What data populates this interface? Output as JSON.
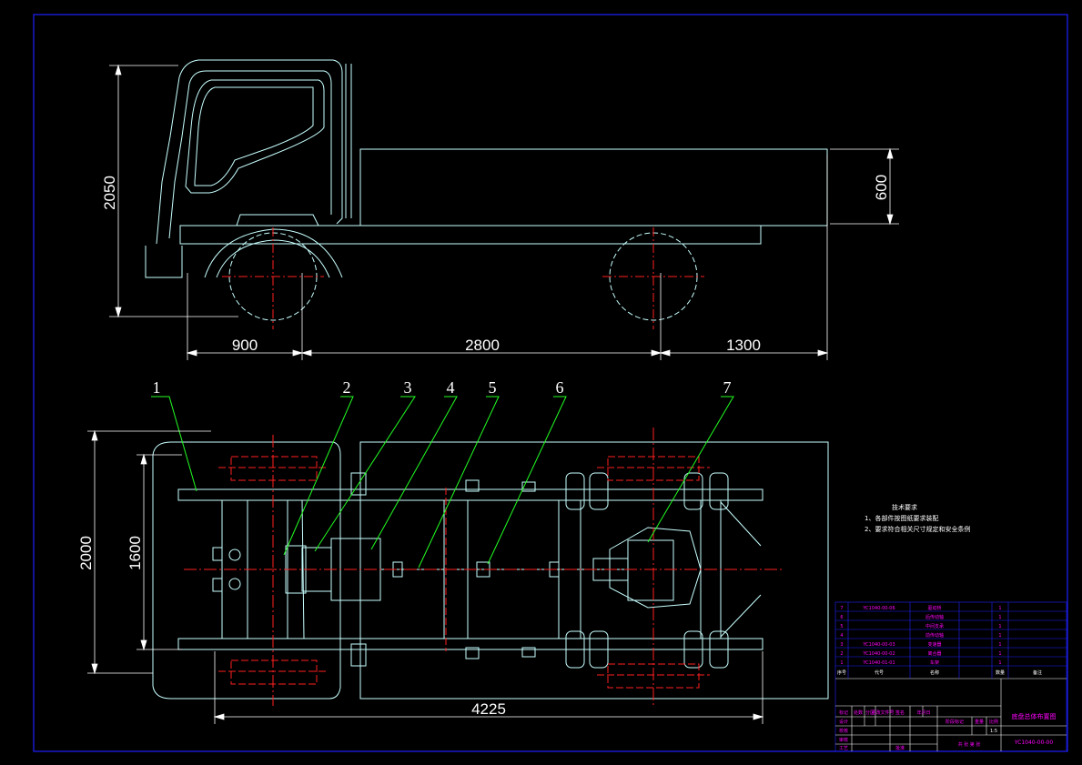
{
  "colors": {
    "background": "#000000",
    "border": "#2020ff",
    "outline": "#c8ffff",
    "center": "#ff2020",
    "leader": "#22ff22",
    "dimension": "#ffffff",
    "titleblock_text": "#ff00ff"
  },
  "side_view": {
    "dims": {
      "height": "2050",
      "cargo_height": "600",
      "front_overhang": "900",
      "wheelbase": "2800",
      "rear_overhang": "1300"
    }
  },
  "top_view": {
    "dims": {
      "overall_width": "2000",
      "track": "1600",
      "frame_length": "4225"
    },
    "part_labels": [
      "1",
      "2",
      "3",
      "4",
      "5",
      "6",
      "7"
    ]
  },
  "notes": {
    "title": "技术要求",
    "items": [
      "1、各部件按图纸要求装配",
      "2、要求符合相关尺寸规定和安全条例"
    ]
  },
  "parts_list": {
    "rows": [
      {
        "no": "7",
        "code": "YC1040-00-06",
        "name": "驱动桥",
        "qty": "1"
      },
      {
        "no": "6",
        "code": "",
        "name": "后传动轴",
        "qty": "1"
      },
      {
        "no": "5",
        "code": "",
        "name": "中间支承",
        "qty": "1"
      },
      {
        "no": "4",
        "code": "",
        "name": "前传动轴",
        "qty": "1"
      },
      {
        "no": "3",
        "code": "YC1040-00-03",
        "name": "变速器",
        "qty": "1"
      },
      {
        "no": "2",
        "code": "YC1040-00-02",
        "name": "离合器",
        "qty": "1"
      },
      {
        "no": "1",
        "code": "YC1040-01-01",
        "name": "车架",
        "qty": "1"
      }
    ],
    "header": {
      "no": "序号",
      "code": "代号",
      "name": "名称",
      "qty": "数量",
      "note": "备注"
    }
  },
  "title_block": {
    "drawing_title": "底盘总体布置图",
    "drawing_no": "YC1040-00-00",
    "scale": "1:5",
    "sheet": "共 张 第 张",
    "stage": "阶段标记",
    "weight": "重量",
    "scale_label": "比例",
    "rows": [
      "标记",
      "设计",
      "校核",
      "审核",
      "工艺"
    ],
    "header_cells": [
      "标记",
      "处数",
      "分区",
      "更改文件号",
      "签名",
      "年月日"
    ],
    "approve": "批准"
  }
}
